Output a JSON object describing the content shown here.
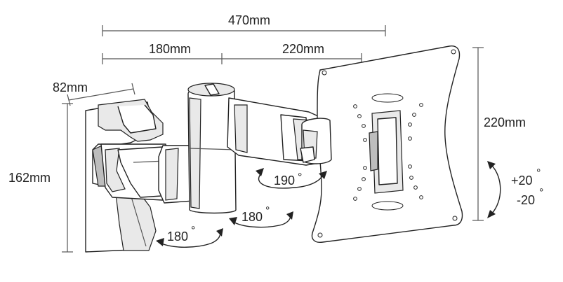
{
  "dimensions": {
    "overall_length": "470mm",
    "arm_segment_1": "180mm",
    "arm_segment_2": "220mm",
    "wall_plate_depth": "82mm",
    "wall_plate_height": "162mm",
    "vesa_plate_height": "220mm"
  },
  "rotations": {
    "head_swivel": "190",
    "arm_joint": "180",
    "wall_joint": "180",
    "tilt_up": "+20",
    "tilt_down": "-20"
  }
}
